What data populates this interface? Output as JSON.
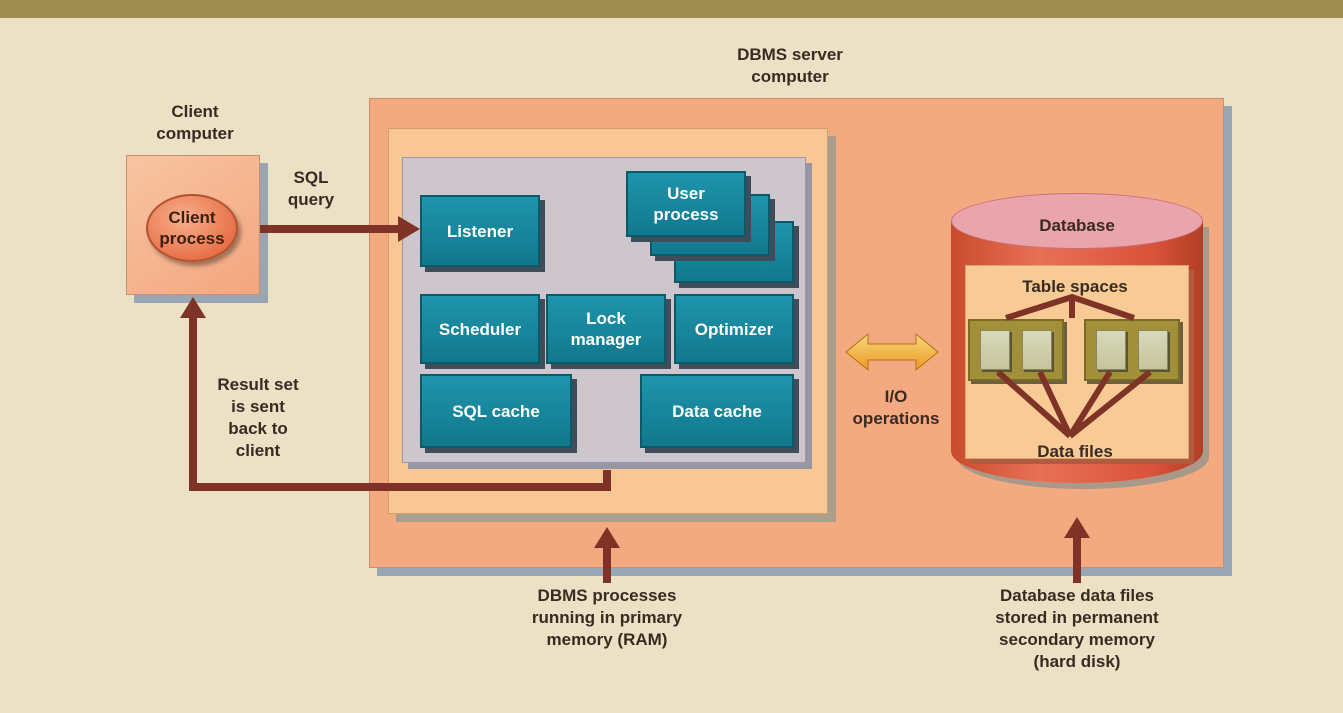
{
  "client": {
    "title": "Client\ncomputer",
    "process": "Client\nprocess"
  },
  "server": {
    "title": "DBMS server\ncomputer"
  },
  "flows": {
    "sql_query": "SQL\nquery",
    "result_set": "Result set\nis sent\nback to\nclient",
    "io": "I/O\noperations"
  },
  "processes": {
    "listener": "Listener",
    "user_process": "User\nprocess",
    "scheduler": "Scheduler",
    "lock_manager": "Lock\nmanager",
    "optimizer": "Optimizer",
    "sql_cache": "SQL cache",
    "data_cache": "Data cache"
  },
  "database": {
    "title": "Database",
    "table_spaces": "Table spaces",
    "data_files": "Data files"
  },
  "captions": {
    "ram": "DBMS processes\nrunning in primary\nmemory (RAM)",
    "disk": "Database data files\nstored in permanent\nsecondary memory\n(hard disk)"
  },
  "colors": {
    "arrow": "#7e3326",
    "process_box": "#11788d",
    "io_arrow": "#f0a530"
  }
}
